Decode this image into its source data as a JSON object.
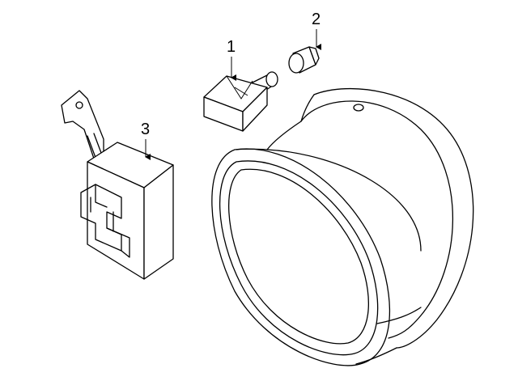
{
  "callouts": {
    "part_1": "1",
    "part_2": "2",
    "part_3": "3"
  },
  "colors": {
    "stroke": "#000000",
    "background": "#ffffff"
  }
}
